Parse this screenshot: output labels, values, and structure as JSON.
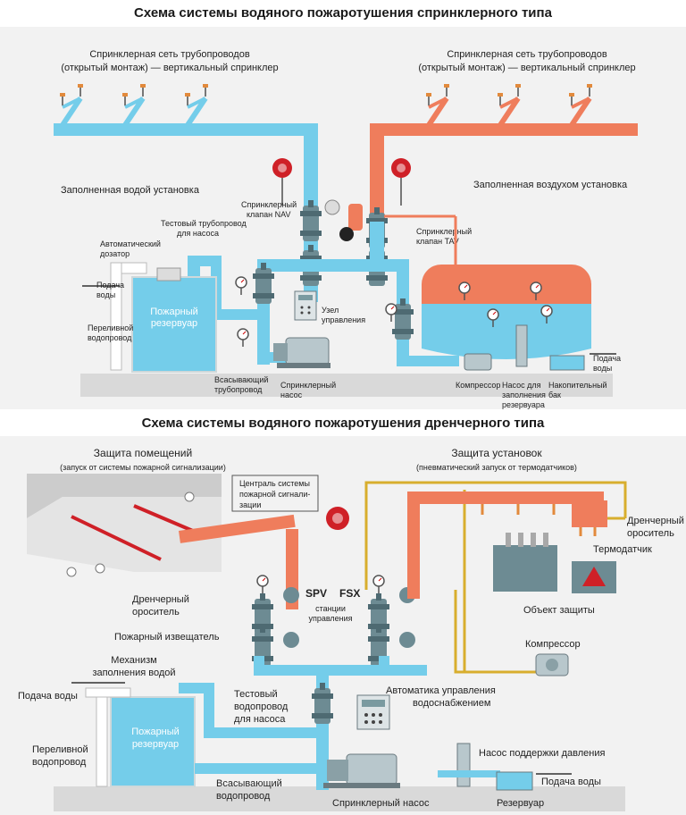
{
  "colors": {
    "water": "#74cdea",
    "air": "#ef7d5c",
    "pipe_yellow": "#d8ae2e",
    "ground": "#d9d9d9",
    "panel_bg": "#f2f2f2",
    "valve": "#6d8b93",
    "alarm": "#cf2027"
  },
  "sprinkler": {
    "title": "Схема системы водяного пожаротушения спринклерного типа",
    "net_left": [
      "Спринклерная сеть трубопроводов",
      "(открытый монтаж) — вертикальный спринклер"
    ],
    "net_right": [
      "Спринклерная сеть трубопроводов",
      "(открытый монтаж) — вертикальный спринклер"
    ],
    "water_filled": "Заполненная водой установка",
    "air_filled": "Заполненная воздухом установка",
    "valve_nav": [
      "Спринклерный",
      "клапан NAV"
    ],
    "valve_tav": [
      "Спринклерный",
      "клапан TAV"
    ],
    "test_pipe": [
      "Тестовый трубопровод",
      "для насоса"
    ],
    "auto_doser": [
      "Автоматический",
      "дозатор"
    ],
    "water_supply": [
      "Подача",
      "воды"
    ],
    "overflow": [
      "Переливной",
      "водопровод"
    ],
    "fire_tank": [
      "Пожарный",
      "резервуар"
    ],
    "control_node": [
      "Узел",
      "управления"
    ],
    "suction": [
      "Всасывающий",
      "трубопровод"
    ],
    "pump": [
      "Спринклерный",
      "насос"
    ],
    "compressor": "Компрессор",
    "fill_pump": [
      "Насос для",
      "заполнения",
      "резервуара"
    ],
    "storage_tank": [
      "Накопительный",
      "бак"
    ],
    "water_supply_right": [
      "Подача",
      "воды"
    ]
  },
  "deluge": {
    "title": "Схема системы водяного пожаротушения дренчерного типа",
    "room_protection": "Защита помещений",
    "room_protection_sub": "(запуск от системы пожарной сигнализации)",
    "install_protection": "Защита установок",
    "install_protection_sub": "(пневматический запуск от термодатчиков)",
    "alarm_central": [
      "Централь системы",
      "пожарной сигнали-",
      "зации"
    ],
    "deluge_sprinkler_left": [
      "Дренчерный",
      "ороситель"
    ],
    "fire_detector": "Пожарный извещатель",
    "deluge_sprinkler_right": [
      "Дренчерный",
      "ороситель"
    ],
    "thermo_sensor": "Термодатчик",
    "protected_object": "Объект защиты",
    "spv": "SPV",
    "fsx": "FSX",
    "stations": [
      "станции",
      "управления"
    ],
    "compressor": "Компрессор",
    "fill_mechanism": [
      "Механизм",
      "заполнения водой"
    ],
    "water_supply": "Подача воды",
    "fire_tank": [
      "Пожарный",
      "резервуар"
    ],
    "overflow": [
      "Переливной",
      "водопровод"
    ],
    "test_pipe": [
      "Тестовый",
      "водопровод",
      "для насоса"
    ],
    "automation": [
      "Автоматика  управления",
      "водоснабжением"
    ],
    "pressure_pump": "Насос поддержки давления",
    "suction": [
      "Всасывающий",
      "водопровод"
    ],
    "sprinkler_pump": "Спринклерный насос",
    "reservoir": "Резервуар",
    "water_supply_right": "Подача воды"
  }
}
